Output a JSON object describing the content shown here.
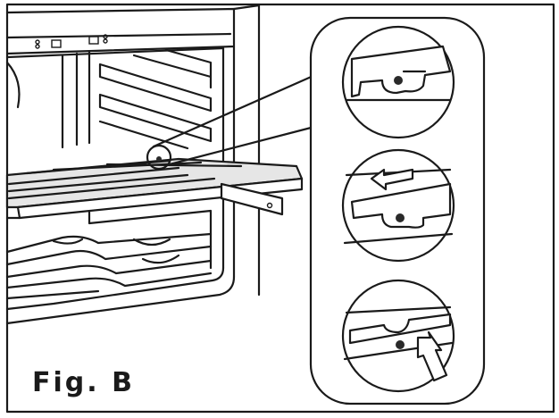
{
  "figure": {
    "caption": "Fig. B",
    "panels": [
      "step-1-rail-hooked",
      "step-2-slide-in",
      "step-3-lift-up"
    ]
  }
}
